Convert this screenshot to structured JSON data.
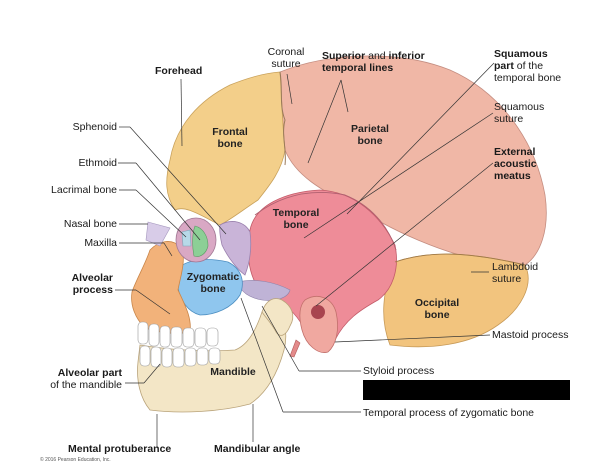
{
  "labels": {
    "coronal_suture": "Coronal\nsuture",
    "superior_bold": "Superior",
    "and_inferior_text": " and ",
    "inferior_bold": "inferior",
    "temporal_lines": "temporal lines",
    "squamous_part_bold_1": "Squamous",
    "squamous_part_bold_2": "part",
    "squamous_part_rest_1": " of the",
    "squamous_part_rest_2": "temporal bone",
    "forehead": "Forehead",
    "sphenoid": "Sphenoid",
    "ethmoid": "Ethmoid",
    "lacrimal_bone": "Lacrimal bone",
    "nasal_bone": "Nasal bone",
    "maxilla": "Maxilla",
    "alveolar_process": "Alveolar\nprocess",
    "alveolar_part": "Alveolar part",
    "of_the_mandible": "of the mandible",
    "mental_protuberance": "Mental protuberance",
    "mandibular_angle": "Mandibular angle",
    "squamous_suture": "Squamous\nsuture",
    "external_acoustic_meatus": "External\nacoustic\nmeatus",
    "lambdoid_suture": "Lambdoid\nsuture",
    "mastoid_process": "Mastoid process",
    "styloid_process": "Styloid process",
    "temporal_process": "Temporal process of zygomatic bone",
    "frontal_bone": "Frontal\nbone",
    "parietal_bone": "Parietal\nbone",
    "temporal_bone": "Temporal\nbone",
    "zygomatic_bone": "Zygomatic\nbone",
    "occipital_bone": "Occipital\nbone",
    "mandible": "Mandible",
    "copyright": "© 2016 Pearson Education, Inc."
  },
  "colors": {
    "frontal": "#f3cf8a",
    "parietal": "#f0b7a6",
    "temporal": "#ee8c98",
    "occipital": "#f2c47e",
    "zygomatic": "#8fc6ee",
    "sphenoid": "#c9b4d8",
    "ethmoid": "#8ccf96",
    "maxilla": "#f2b27a",
    "mandible": "#f3e6c6",
    "nasal": "#d8cce8"
  }
}
